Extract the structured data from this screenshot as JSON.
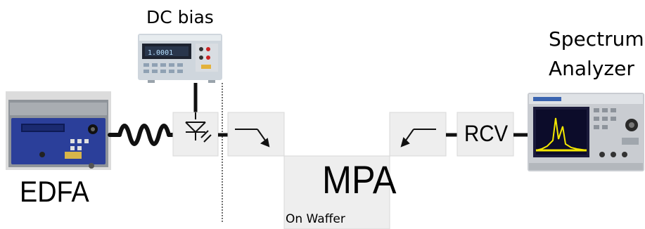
{
  "labels": {
    "dc_bias": "DC bias",
    "edfa": "EDFA",
    "spectrum_analyzer_line1": "Spectrum",
    "spectrum_analyzer_line2": "Analyzer",
    "rcv": "RCV",
    "mpa": "MPA",
    "on_wafer": "On Waffer"
  },
  "colors": {
    "block_fill": "#eeeeee",
    "block_border": "#d8d8d8",
    "wire": "#111111",
    "edfa_panel": "#2b3f9a",
    "analyzer_trace": "#f3e600"
  },
  "icons": [
    "photodiode-icon",
    "probe-arrow-icon",
    "fiber-coil-icon"
  ]
}
